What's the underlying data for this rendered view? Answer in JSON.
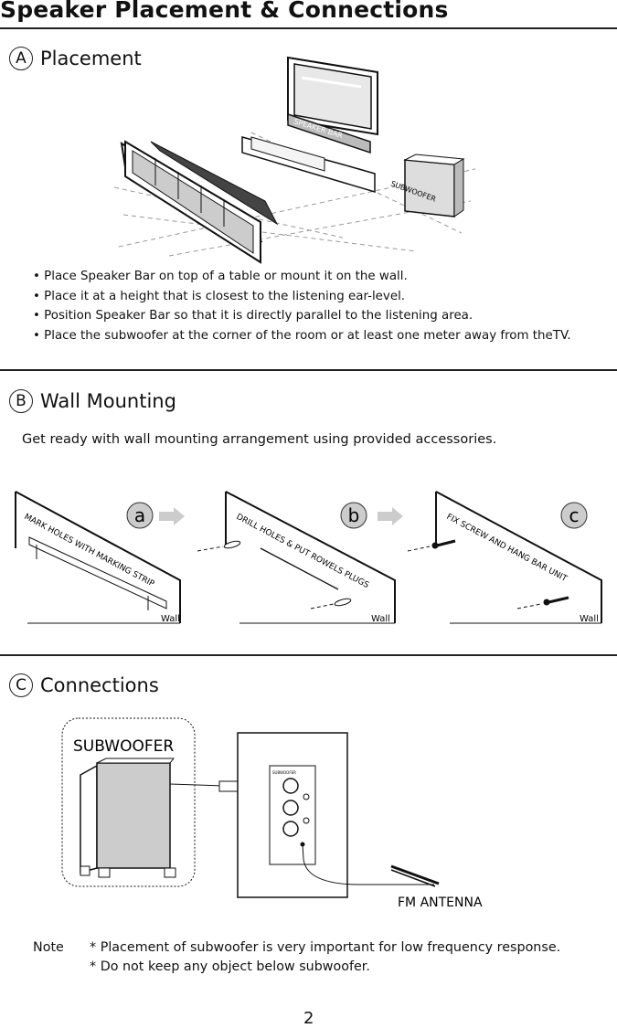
{
  "title": "Speaker Placement & Connections",
  "sections": {
    "placement": {
      "letter": "A",
      "heading": "Placement",
      "labels": {
        "speaker_bar": "SPEAKER BAR",
        "subwoofer": "SUBWOOFER"
      },
      "bullets": [
        "Place Speaker Bar on top of a table or mount it on the wall.",
        "Place it at a height that is closest to the listening ear-level.",
        "Position Speaker Bar so that it is directly parallel to the listening area.",
        "Place the subwoofer at the corner of the room or at least one meter away from theTV."
      ]
    },
    "wall_mounting": {
      "letter": "B",
      "heading": "Wall Mounting",
      "intro": "Get ready with wall mounting arrangement using provided accessories.",
      "steps": [
        {
          "badge": "a",
          "caption": "MARK HOLES WITH MARKING STRIP",
          "wall": "Wall"
        },
        {
          "badge": "b",
          "caption": "DRILL HOLES & PUT ROWELS PLUGS",
          "wall": "Wall"
        },
        {
          "badge": "c",
          "caption": "FIX SCREW AND HANG BAR UNIT",
          "wall": "Wall"
        }
      ]
    },
    "connections": {
      "letter": "C",
      "heading": "Connections",
      "subwoofer_label": "SUBWOOFER",
      "antenna_label": "FM ANTENNA",
      "panel_label": "SUBWOOFER"
    }
  },
  "note": {
    "label": "Note",
    "lines": [
      "* Placement of subwoofer is very important for low frequency response.",
      "* Do not keep any object below subwoofer."
    ]
  },
  "page_number": "2"
}
